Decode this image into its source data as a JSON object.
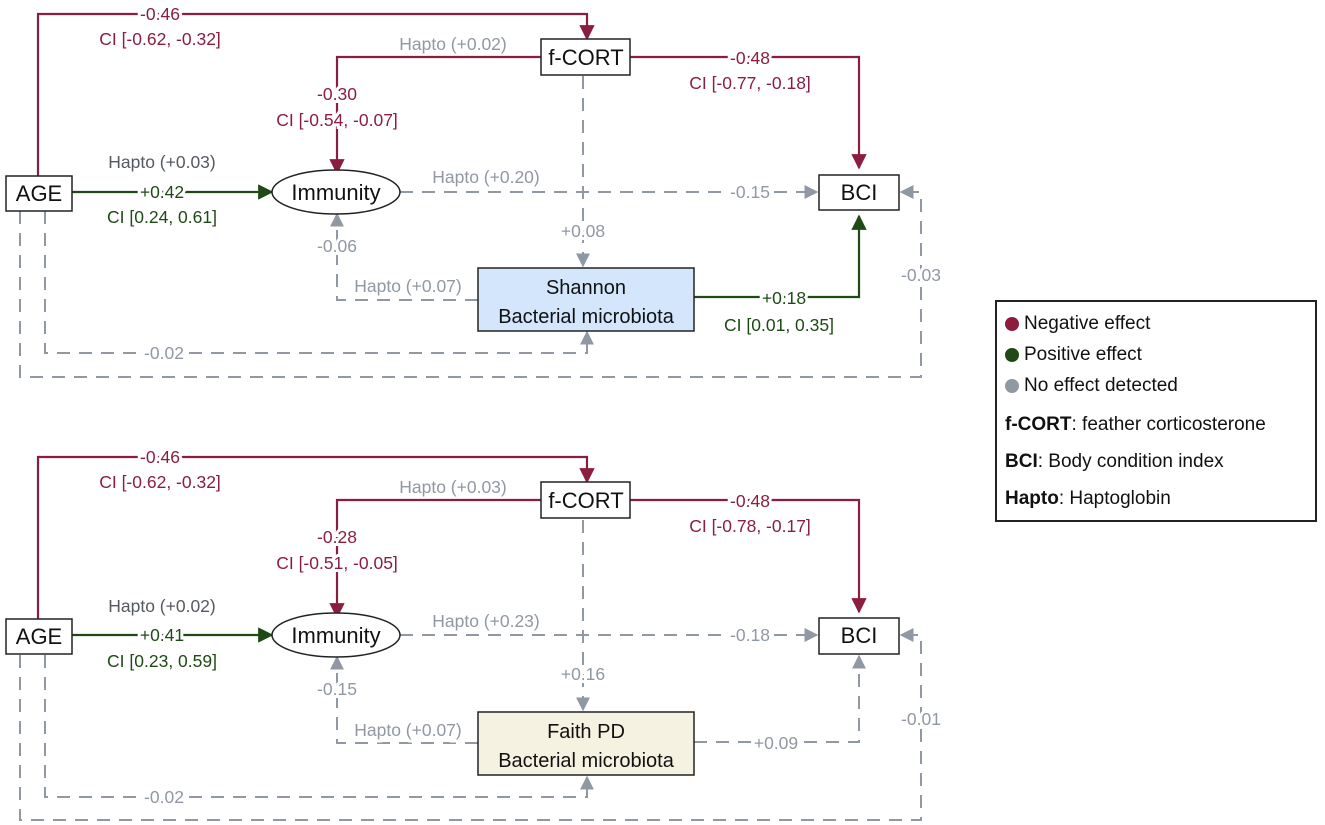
{
  "colors": {
    "negative": "#8b1e3f",
    "positive": "#1f4a16",
    "none": "#9098a3",
    "shannon_fill": "#d4e6fb",
    "faith_fill": "#f6f2e1"
  },
  "legend": {
    "negative": "Negative effect",
    "positive": "Positive effect",
    "none": "No effect detected",
    "defs": [
      {
        "term": "f-CORT",
        "desc": ": feather corticosterone"
      },
      {
        "term": "BCI",
        "desc": ": Body condition index"
      },
      {
        "term": "Hapto",
        "desc": ": Haptoglobin"
      }
    ]
  },
  "panels": [
    {
      "nodes": {
        "age": "AGE",
        "fcort": "f-CORT",
        "immunity": "Immunity",
        "bci": "BCI",
        "micro_line1": "Shannon",
        "micro_line2": "Bacterial microbiota"
      },
      "paths": {
        "age_fcort": {
          "coef": "-0.46",
          "ci": "CI [-0.62, -0.32]"
        },
        "fcort_immunity": {
          "coef": "-0.30",
          "ci": "CI [-0.54, -0.07]",
          "hapto": "Hapto (+0.02)"
        },
        "fcort_bci": {
          "coef": "-0.48",
          "ci": "CI [-0.77, -0.18]"
        },
        "age_immunity": {
          "coef": "+0.42",
          "ci": "CI [0.24, 0.61]",
          "hapto": "Hapto (+0.03)"
        },
        "immunity_bci": {
          "coef": "-0.15",
          "hapto": "Hapto (+0.20)"
        },
        "fcort_micro": {
          "coef": "+0.08"
        },
        "micro_immunity": {
          "coef": "-0.06",
          "hapto": "Hapto (+0.07)"
        },
        "micro_bci": {
          "coef": "+0.18",
          "ci": "CI [0.01, 0.35]"
        },
        "age_micro": {
          "coef": "-0.02"
        },
        "age_bci": {
          "coef": "-0.03"
        }
      }
    },
    {
      "nodes": {
        "age": "AGE",
        "fcort": "f-CORT",
        "immunity": "Immunity",
        "bci": "BCI",
        "micro_line1": "Faith PD",
        "micro_line2": "Bacterial microbiota"
      },
      "paths": {
        "age_fcort": {
          "coef": "-0.46",
          "ci": "CI [-0.62, -0.32]"
        },
        "fcort_immunity": {
          "coef": "-0.28",
          "ci": "CI [-0.51, -0.05]",
          "hapto": "Hapto (+0.03)"
        },
        "fcort_bci": {
          "coef": "-0.48",
          "ci": "CI [-0.78, -0.17]"
        },
        "age_immunity": {
          "coef": "+0.41",
          "ci": "CI [0.23, 0.59]",
          "hapto": "Hapto (+0.02)"
        },
        "immunity_bci": {
          "coef": "-0.18",
          "hapto": "Hapto (+0.23)"
        },
        "fcort_micro": {
          "coef": "+0.16"
        },
        "micro_immunity": {
          "coef": "-0.15",
          "hapto": "Hapto (+0.07)"
        },
        "micro_bci": {
          "coef": "+0.09"
        },
        "age_micro": {
          "coef": "-0.02"
        },
        "age_bci": {
          "coef": "-0.01"
        }
      }
    }
  ]
}
